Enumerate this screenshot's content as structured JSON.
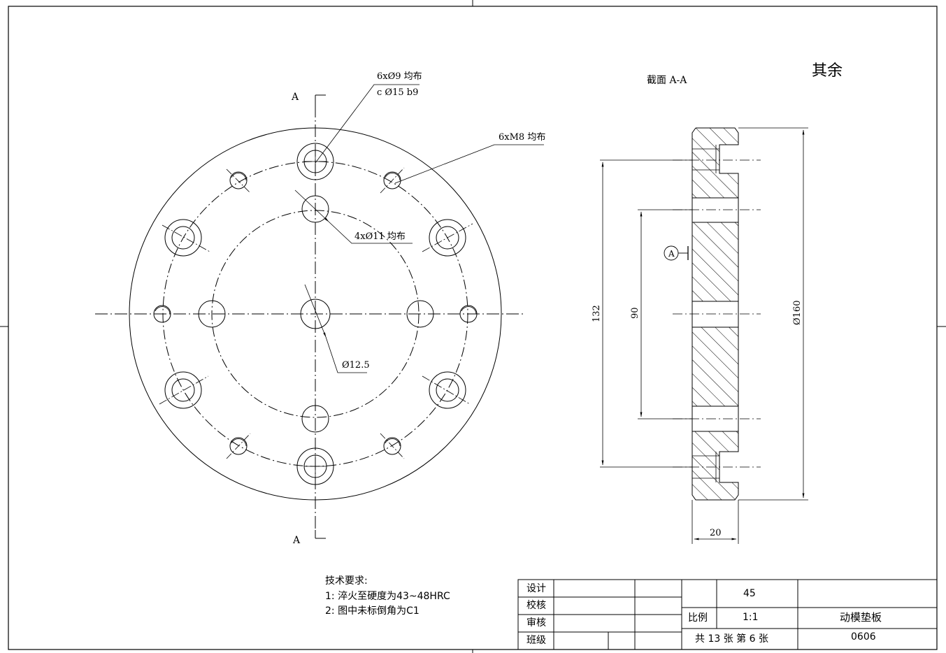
{
  "drawing": {
    "section_ref": "A",
    "section_title": "截面  A-A",
    "surface_note": "其余",
    "callouts": {
      "counterbore_line1": "6xØ9 均布",
      "counterbore_line2": "c  Ø15 b9",
      "threaded": "6xM8 均布",
      "through_holes": "4xØ11 均布",
      "center_hole": "Ø12.5"
    },
    "dimensions": {
      "d132": "132",
      "d90": "90",
      "d160": "Ø160",
      "d20": "20"
    },
    "datum_label": "A"
  },
  "tech_req": {
    "title": "技术要求:",
    "items": [
      "1: 淬火至硬度为43~48HRC",
      "2: 图中未标倒角为C1"
    ]
  },
  "title_block": {
    "row_labels": [
      "设计",
      "校核",
      "审核",
      "班级"
    ],
    "material": "45",
    "scale_label": "比例",
    "scale_value": "1:1",
    "part_name": "动模垫板",
    "sheet_info": "共 13 张 第 6 张",
    "drawing_no": "0606"
  }
}
